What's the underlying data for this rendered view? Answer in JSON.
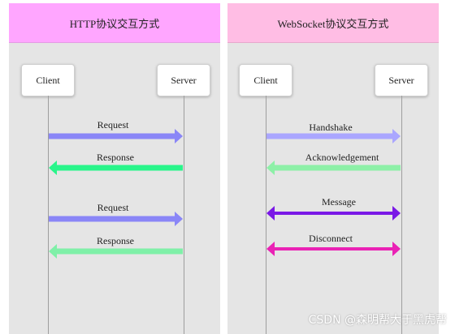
{
  "http_panel": {
    "title": "HTTP协议交互方式",
    "client": "Client",
    "server": "Server",
    "messages": [
      {
        "label": "Request",
        "direction": "right",
        "color": "#8a86f7"
      },
      {
        "label": "Response",
        "direction": "left",
        "color": "#29f58a"
      },
      {
        "label": "Request",
        "direction": "right",
        "color": "#8a86f7"
      },
      {
        "label": "Response",
        "direction": "left",
        "color": "#7ff0a8"
      }
    ]
  },
  "ws_panel": {
    "title": "WebSocket协议交互方式",
    "client": "Client",
    "server": "Server",
    "messages": [
      {
        "label": "Handshake",
        "direction": "right",
        "color": "#aaa6ff"
      },
      {
        "label": "Acknowledgement",
        "direction": "left",
        "color": "#8df0a7"
      },
      {
        "label": "Message",
        "direction": "both",
        "color": "#7a18e6"
      },
      {
        "label": "Disconnect",
        "direction": "both",
        "color": "#ea22b5"
      }
    ]
  },
  "watermark": "CSDN @森明帮大于黑虎帮"
}
